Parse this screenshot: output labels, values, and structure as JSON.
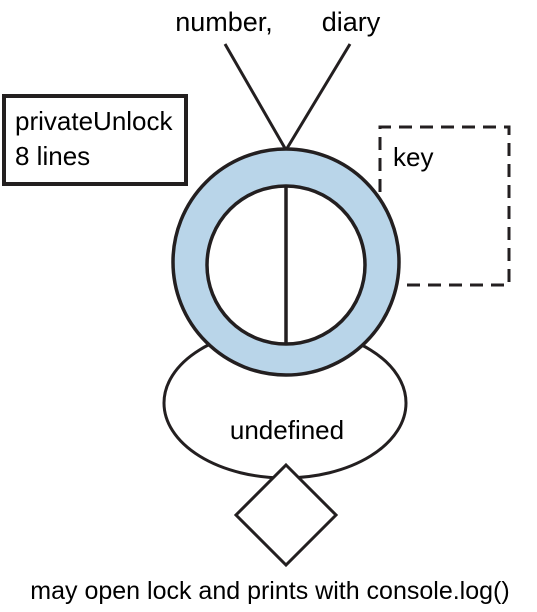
{
  "inputs": {
    "first": "number,",
    "second": "diary"
  },
  "function_box": {
    "name": "privateUnlock",
    "lines": "8 lines"
  },
  "closure_scope": {
    "variable": "key"
  },
  "result": {
    "return_value": "undefined",
    "side_effect": "may open lock and prints with console.log()"
  },
  "colors": {
    "ring_fill": "#b9d5e9",
    "stroke": "#231f20",
    "background": "#ffffff"
  }
}
